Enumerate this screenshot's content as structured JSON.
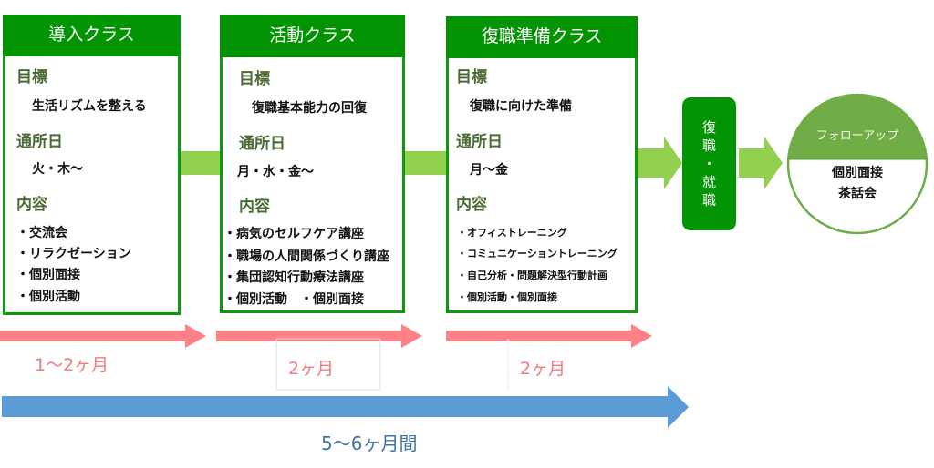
{
  "classes": [
    {
      "title": "導入クラス",
      "goal_label": "目標",
      "goal": "生活リズムを整える",
      "days_label": "通所日",
      "days": "火・木～",
      "content_label": "内容",
      "content": [
        "・交流会",
        "・リラクゼーション",
        "・個別面接",
        "・個別活動"
      ]
    },
    {
      "title": "活動クラス",
      "goal_label": "目標",
      "goal": "復職基本能力の回復",
      "days_label": "通所日",
      "days": "月・水・金～",
      "content_label": "内容",
      "content": [
        "・病気のセルフケア講座",
        "・職場の人間関係づくり講座",
        "・集団認知行動療法講座",
        "・個別活動　・個別面接"
      ]
    },
    {
      "title": "復職準備クラス",
      "goal_label": "目標",
      "goal": "復職に向けた準備",
      "days_label": "通所日",
      "days": "月～金",
      "content_label": "内容",
      "content": [
        "・オフィストレーニング",
        "・コミュニケーショントレーニング",
        "・自己分析・問題解決型行動計画",
        "・個別活動・個別面接"
      ]
    }
  ],
  "return_to_work": {
    "lines": [
      "復",
      "職",
      "・",
      "就",
      "職"
    ]
  },
  "follow_up": {
    "title": "フォローアップ",
    "items": [
      "個別面接",
      "茶話会"
    ]
  },
  "durations": [
    "1～2ヶ月",
    "2ヶ月",
    "2ヶ月"
  ],
  "total_duration": "5～6ヶ月間",
  "colors": {
    "header_green": "#039403",
    "border_green": "#0a9a0a",
    "arrow_light_green": "#92d050",
    "section_label": "#4a6b33",
    "circle_green": "#70ad47",
    "duration_pink": "#ff8087",
    "total_blue": "#5b9bd5",
    "total_text": "#3f73a8"
  }
}
